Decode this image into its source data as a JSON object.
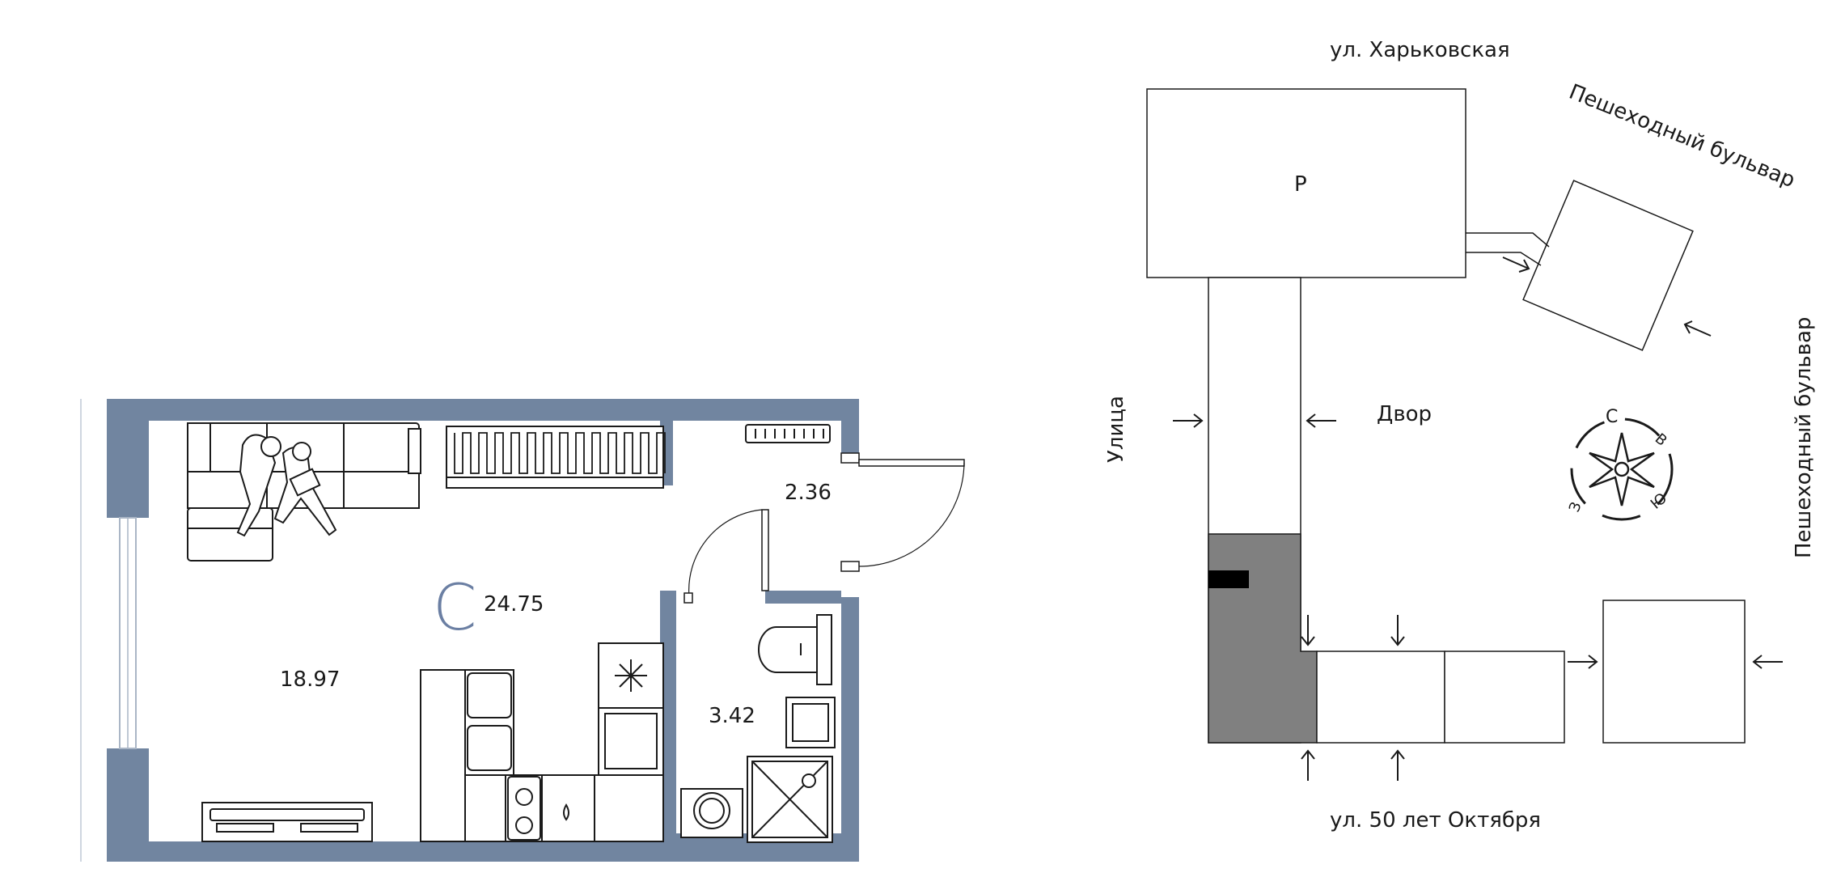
{
  "apartment": {
    "type_letter": "С",
    "total_area": "24.75",
    "rooms": {
      "living": "18.97",
      "hall": "2.36",
      "bath": "3.42"
    }
  },
  "site_plan": {
    "streets": {
      "north": "ул. Харьковская",
      "south": "ул. 50 лет Октября",
      "west": "Улица",
      "east": "Пешеходный бульвар",
      "northeast": "Пешеходный бульвар"
    },
    "courtyard": "Двор",
    "parking": "Р",
    "compass": {
      "north": "С",
      "east": "В",
      "south": "Ю",
      "west": "З"
    }
  },
  "colors": {
    "wall": "#7185a0",
    "line": "#1a1a1a",
    "highlight": "#808080",
    "accent": "#6b7fa3"
  }
}
